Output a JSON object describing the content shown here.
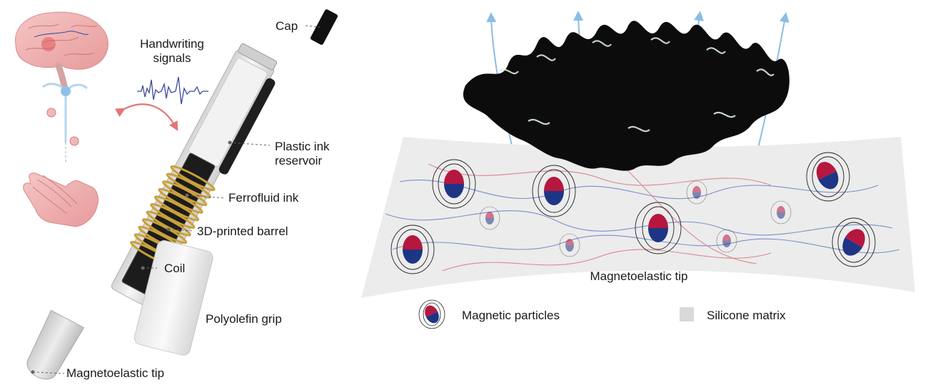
{
  "left_panel": {
    "handwriting_label": "Handwriting\nsignals",
    "handwriting_line1": "Handwriting",
    "handwriting_line2": "signals",
    "cap_label": "Cap",
    "reservoir_line1": "Plastic ink",
    "reservoir_line2": "reservoir",
    "ferrofluid_label": "Ferrofluid ink",
    "barrel_label": "3D-printed barrel",
    "coil_label": "Coil",
    "grip_label": "Polyolefin grip",
    "tip_label": "Magnetoelastic tip"
  },
  "right_panel": {
    "matrix_label": "Magnetoelastic tip",
    "legend": {
      "particles_label": "Magnetic particles",
      "silicone_label": "Silicone matrix"
    }
  },
  "colors": {
    "north_pole": "#b5173f",
    "south_pole": "#1e3585",
    "matrix_fill": "#ececec",
    "legend_swatch": "#d9d9d9",
    "field_arrows": "#8bbde3",
    "ferrofluid": "#0c0c0c",
    "coil": "#c9a13b",
    "signal_line": "#3a4a9a",
    "gesture_arrow": "#e57373",
    "polymer_chain_blue": "#7b8ec9",
    "polymer_chain_red": "#d9868f"
  },
  "icons": [
    "brain-icon",
    "hand-icon",
    "neuron-icon",
    "pen-assembly-icon",
    "ferrofluid-spikes-icon",
    "magnetic-dipole-icon"
  ]
}
